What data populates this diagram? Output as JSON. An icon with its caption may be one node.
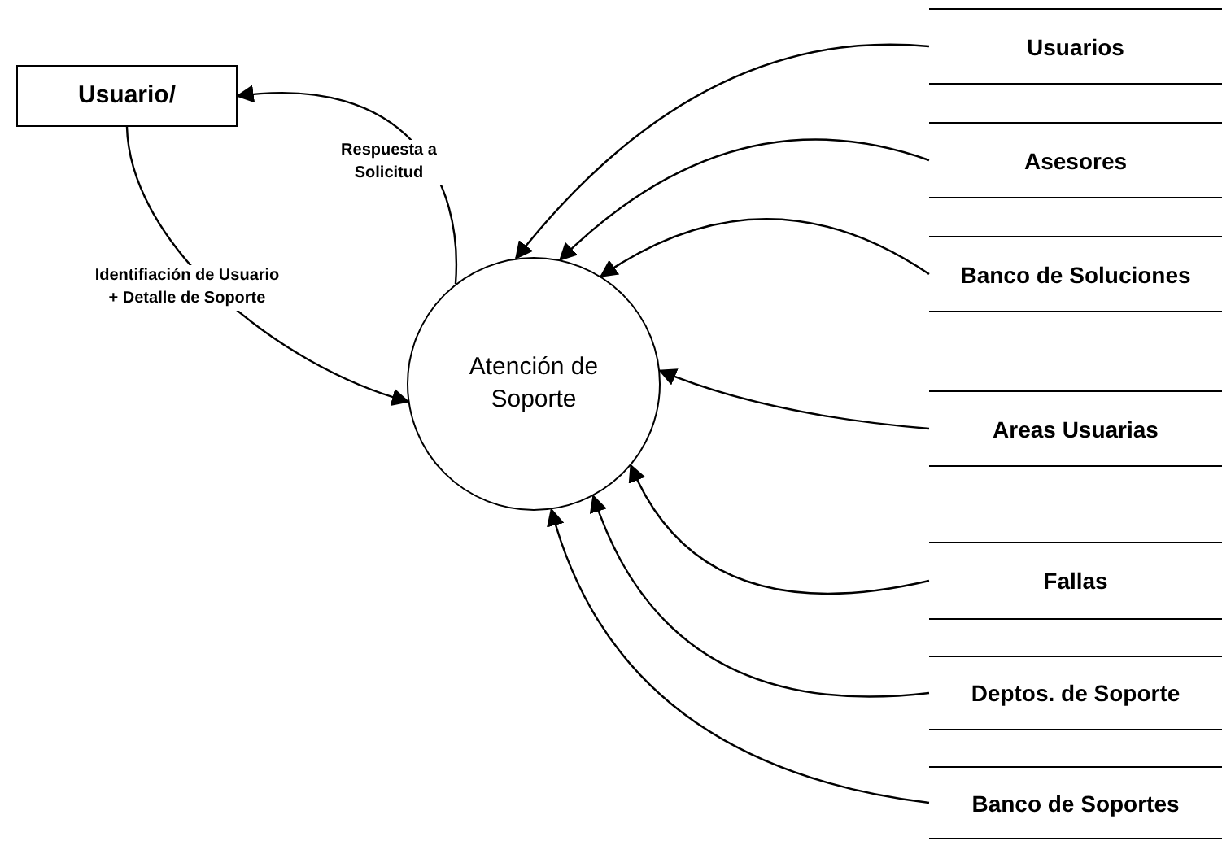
{
  "diagram": {
    "nodes": [
      {
        "text": [
          "Usuario/"
        ]
      },
      {
        "text": [
          "Atención de Soporte"
        ]
      },
      {
        "text": [
          "Usuarios"
        ]
      },
      {
        "text": [
          "Asesores"
        ]
      },
      {
        "text": [
          "Banco de Soluciones"
        ]
      },
      {
        "text": [
          "Areas Usuarias"
        ]
      },
      {
        "text": [
          "Fallas"
        ]
      },
      {
        "text": [
          "Deptos. de Soporte"
        ]
      },
      {
        "text": [
          "Banco de Soportes"
        ]
      }
    ],
    "edges": [
      {
        "from": 0,
        "to": 1,
        "arrow": "to",
        "label": "Identifiación de Usuario + Detalle de Soporte"
      },
      {
        "from": 1,
        "to": 0,
        "arrow": "to",
        "label": "Respuesta a Solicitud"
      },
      {
        "from": 2,
        "to": 1,
        "arrow": "to"
      },
      {
        "from": 3,
        "to": 1,
        "arrow": "to"
      },
      {
        "from": 4,
        "to": 1,
        "arrow": "to"
      },
      {
        "from": 5,
        "to": 1,
        "arrow": "to"
      },
      {
        "from": 6,
        "to": 1,
        "arrow": "to"
      },
      {
        "from": 7,
        "to": 1,
        "arrow": "to"
      },
      {
        "from": 8,
        "to": 1,
        "arrow": "to"
      }
    ]
  }
}
